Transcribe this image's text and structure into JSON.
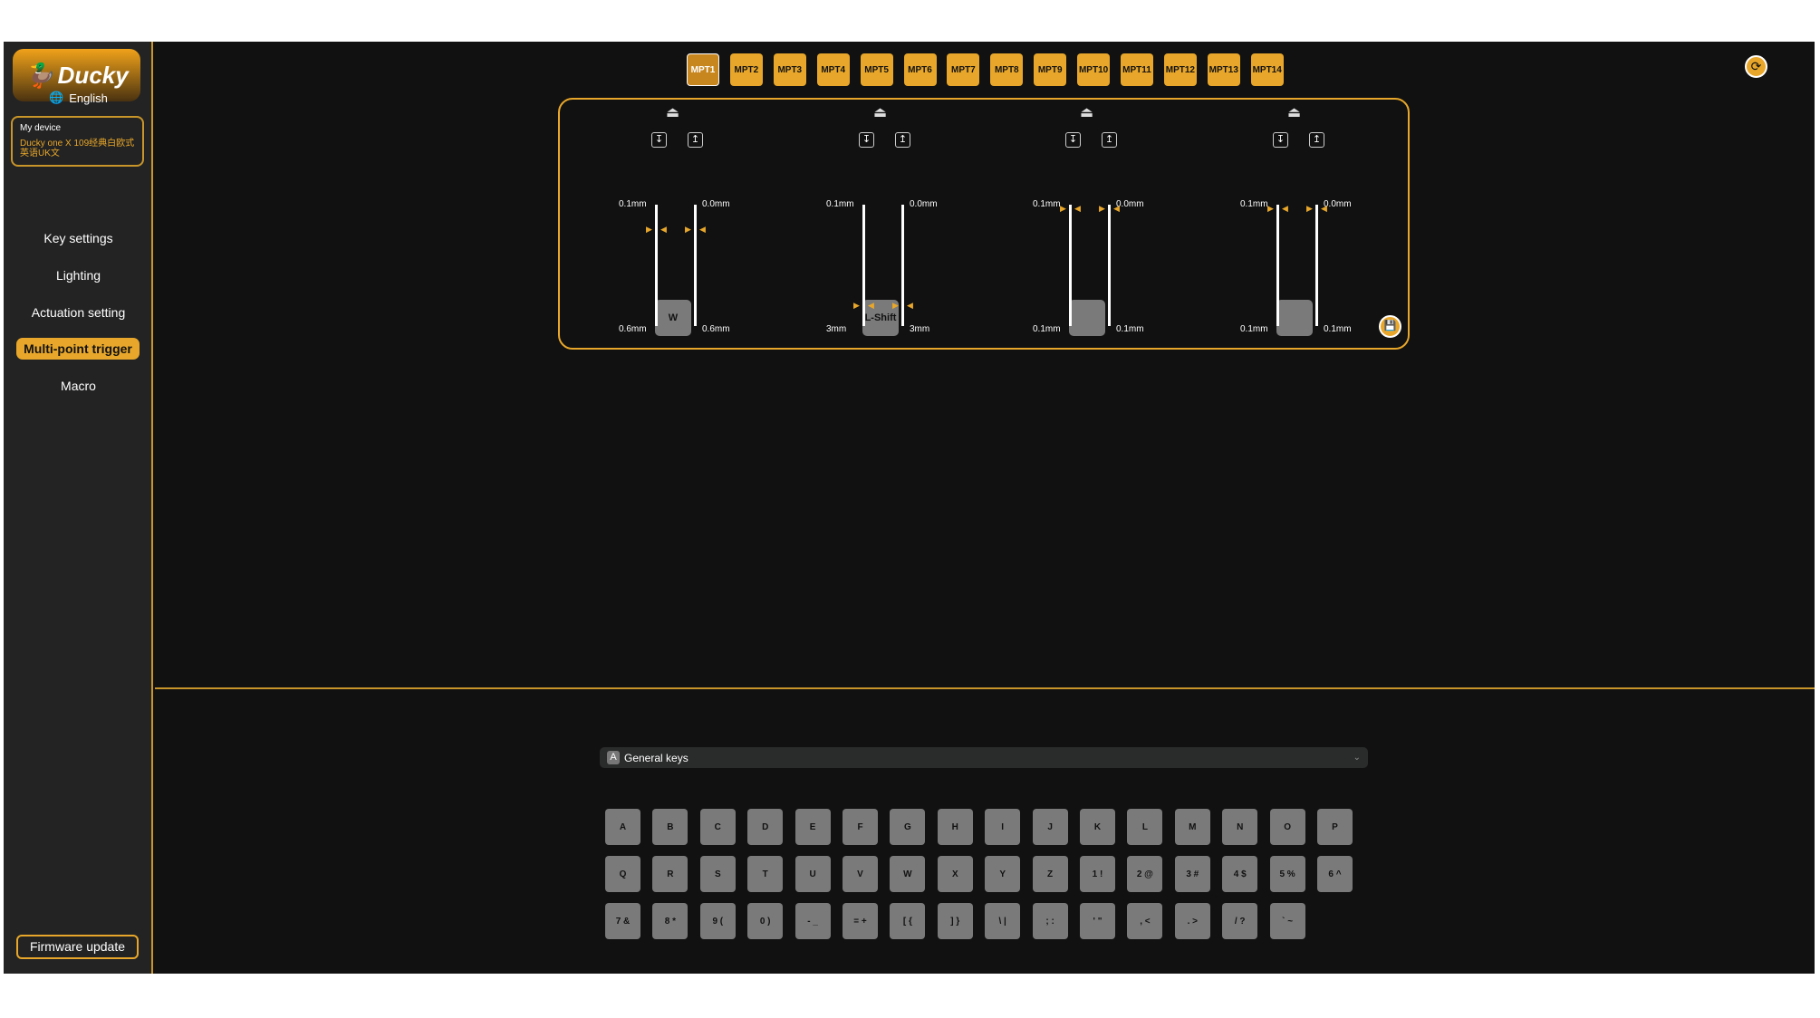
{
  "sidebar": {
    "logo": "Ducky",
    "language": "English",
    "device_title": "My device",
    "device_name": "Ducky one X 109经典白欧式英语UK文",
    "menu": [
      "Key settings",
      "Lighting",
      "Actuation setting",
      "Multi-point trigger",
      "Macro"
    ],
    "active": 3,
    "firmware": "Firmware update"
  },
  "tabs": [
    "MPT1",
    "MPT2",
    "MPT3",
    "MPT4",
    "MPT5",
    "MPT6",
    "MPT7",
    "MPT8",
    "MPT9",
    "MPT10",
    "MPT11",
    "MPT12",
    "MPT13",
    "MPT14"
  ],
  "active_tab": 0,
  "triggers": [
    {
      "key": "W",
      "press_top": "0.1mm",
      "release_top": "0.0mm",
      "press_bottom": "0.6mm",
      "release_bottom": "0.6mm",
      "marker_fraction": 0.2
    },
    {
      "key": "L-Shift",
      "press_top": "0.1mm",
      "release_top": "0.0mm",
      "press_bottom": "3mm",
      "release_bottom": "3mm",
      "marker_fraction": 0.83
    },
    {
      "key": "",
      "press_top": "0.1mm",
      "release_top": "0.0mm",
      "press_bottom": "0.1mm",
      "release_bottom": "0.1mm",
      "marker_fraction": 0.03
    },
    {
      "key": "",
      "press_top": "0.1mm",
      "release_top": "0.0mm",
      "press_bottom": "0.1mm",
      "release_bottom": "0.1mm",
      "marker_fraction": 0.03
    }
  ],
  "keys_dropdown": {
    "icon": "A",
    "label": "General keys"
  },
  "keys": [
    [
      "A",
      "B",
      "C",
      "D",
      "E",
      "F",
      "G",
      "H",
      "I",
      "J",
      "K",
      "L",
      "M",
      "N",
      "O",
      "P"
    ],
    [
      "Q",
      "R",
      "S",
      "T",
      "U",
      "V",
      "W",
      "X",
      "Y",
      "Z",
      "1 !",
      "2 @",
      "3 #",
      "4 $",
      "5 %",
      "6 ^"
    ],
    [
      "7 &",
      "8 *",
      "9 (",
      "0 )",
      "- _",
      "= +",
      "[ {",
      "] }",
      "\\ |",
      "; :",
      "' \"",
      ", <",
      ". >",
      "/ ?",
      "` ~"
    ]
  ],
  "colors": {
    "accent": "#e8a72a",
    "bg": "#111111",
    "sidebar": "#232323"
  }
}
